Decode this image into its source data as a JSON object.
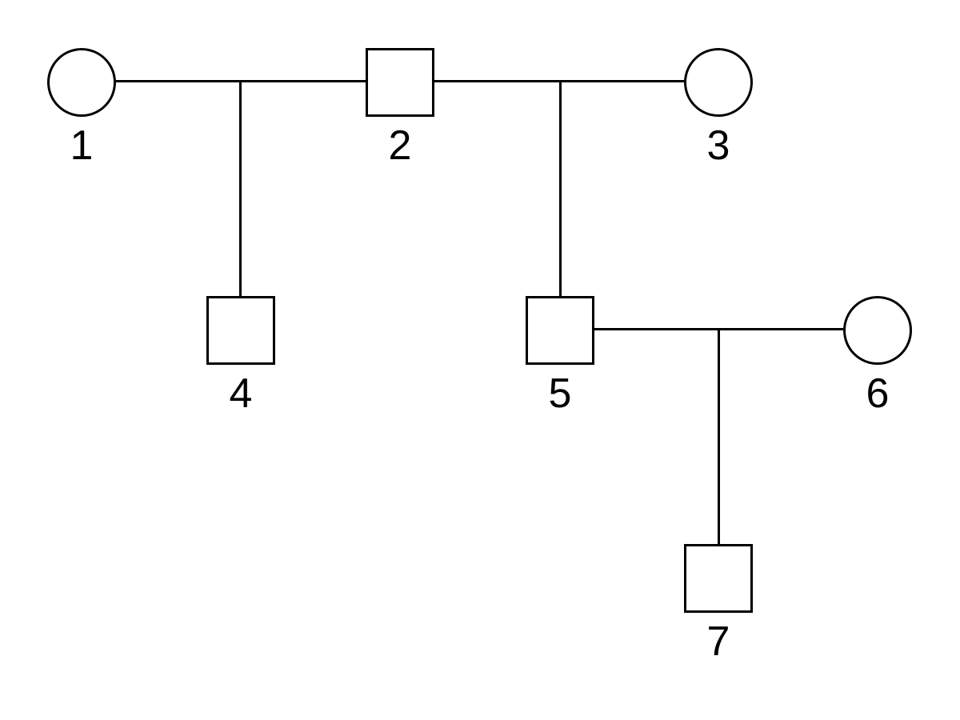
{
  "diagram": {
    "type": "pedigree",
    "colors": {
      "stroke": "#000000",
      "background": "#ffffff",
      "text": "#000000"
    },
    "symbol_legend": {
      "circle": "female",
      "square": "male"
    },
    "members": [
      {
        "id": "1",
        "label": "1",
        "sex": "female",
        "shape": "circle",
        "generation": 1
      },
      {
        "id": "2",
        "label": "2",
        "sex": "male",
        "shape": "square",
        "generation": 1
      },
      {
        "id": "3",
        "label": "3",
        "sex": "female",
        "shape": "circle",
        "generation": 1
      },
      {
        "id": "4",
        "label": "4",
        "sex": "male",
        "shape": "square",
        "generation": 2
      },
      {
        "id": "5",
        "label": "5",
        "sex": "male",
        "shape": "square",
        "generation": 2
      },
      {
        "id": "6",
        "label": "6",
        "sex": "female",
        "shape": "circle",
        "generation": 2
      },
      {
        "id": "7",
        "label": "7",
        "sex": "male",
        "shape": "square",
        "generation": 3
      }
    ],
    "unions": [
      {
        "partners": [
          "1",
          "2"
        ],
        "children": [
          "4"
        ]
      },
      {
        "partners": [
          "2",
          "3"
        ],
        "children": [
          "5"
        ]
      },
      {
        "partners": [
          "5",
          "6"
        ],
        "children": [
          "7"
        ]
      }
    ]
  }
}
